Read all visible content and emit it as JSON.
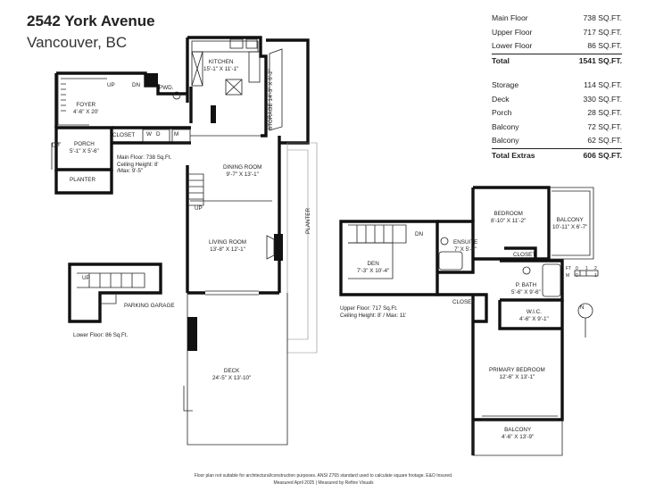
{
  "header": {
    "address": "2542 York Avenue",
    "city": "Vancouver, BC"
  },
  "stats": {
    "floors": [
      {
        "label": "Main Floor",
        "value": "738 SQ.FT."
      },
      {
        "label": "Upper Floor",
        "value": "717 SQ.FT."
      },
      {
        "label": "Lower Floor",
        "value": "86 SQ.FT."
      }
    ],
    "total": {
      "label": "Total",
      "value": "1541 SQ.FT."
    },
    "extras": [
      {
        "label": "Storage",
        "value": "114 SQ.FT."
      },
      {
        "label": "Deck",
        "value": "330 SQ.FT."
      },
      {
        "label": "Porch",
        "value": "28 SQ.FT."
      },
      {
        "label": "Balcony",
        "value": "72 SQ.FT."
      },
      {
        "label": "Balcony",
        "value": "62 SQ.FT."
      }
    ],
    "total_extras": {
      "label": "Total Extras",
      "value": "606 SQ.FT."
    }
  },
  "rooms": {
    "kitchen": {
      "name": "KITCHEN",
      "dims": "15'-1\" X 11'-1\""
    },
    "foyer": {
      "name": "FOYER",
      "dims": "4'-6\" X 20'"
    },
    "pwd": {
      "name": "PWD."
    },
    "closet_main": {
      "name": "CLOSET"
    },
    "porch": {
      "name": "PORCH",
      "dims": "5'-1\" X 5'-6\""
    },
    "planter_left": {
      "name": "PLANTER"
    },
    "storage": {
      "name": "STORAGE",
      "dims": "14'-3\" X 6'-2\""
    },
    "dining": {
      "name": "DINING ROOM",
      "dims": "9'-7\" X 13'-1\""
    },
    "living": {
      "name": "LIVING ROOM",
      "dims": "13'-8\" X 12'-1\""
    },
    "planter_right": {
      "name": "PLANTER"
    },
    "deck": {
      "name": "DECK",
      "dims": "24'-5\" X 13'-10\""
    },
    "parking": {
      "name": "PARKING GARAGE"
    },
    "bedroom": {
      "name": "BEDROOM",
      "dims": "8'-10\" X 11'-2\""
    },
    "balcony_upper": {
      "name": "BALCONY",
      "dims": "10'-11\" X 6'-7\""
    },
    "ensuite": {
      "name": "ENSUITE",
      "dims": "7' X 5'-6\""
    },
    "closet_upper": {
      "name": "CLOSET"
    },
    "den": {
      "name": "DEN",
      "dims": "7'-3\" X 10'-4\""
    },
    "pbath": {
      "name": "P. BATH",
      "dims": "5'-6\" X 9'-6\""
    },
    "closet_upper2": {
      "name": "CLOSET"
    },
    "wic": {
      "name": "W.I.C.",
      "dims": "4'-6\" X 9'-1\""
    },
    "primary": {
      "name": "PRIMARY BEDROOM",
      "dims": "12'-6\" X 13'-1\""
    },
    "balcony_lower": {
      "name": "BALCONY",
      "dims": "4'-6\" X 13'-9\""
    }
  },
  "notes": {
    "main": [
      "Main Floor: 738 Sq.Ft.",
      "Ceiling Height: 8'",
      "/Max: 9'-5\""
    ],
    "upper": [
      "Upper Floor: 717 Sq.Ft.",
      "Ceiling Height: 8' / Max: 11'"
    ],
    "lower": "Lower Floor: 86 Sq.Ft."
  },
  "markers": {
    "up": "UP",
    "dn": "DN",
    "north": "N"
  },
  "fixtures": {
    "wd_w": "W",
    "wd_d": "D",
    "wd_m": "M"
  },
  "scale": {
    "ft_label": "FT",
    "m_label": "M",
    "ft_ticks": [
      "0",
      "1",
      "2"
    ],
    "m_ticks": [
      "0",
      "1"
    ]
  },
  "footer": {
    "line1": "Floor plan not suitable for architectural/construction purposes. ANSI Z765 standard used to calculate square footage. E&O Insured.",
    "line2": "Measured April 2025 | Measured by Refine Visuals"
  }
}
